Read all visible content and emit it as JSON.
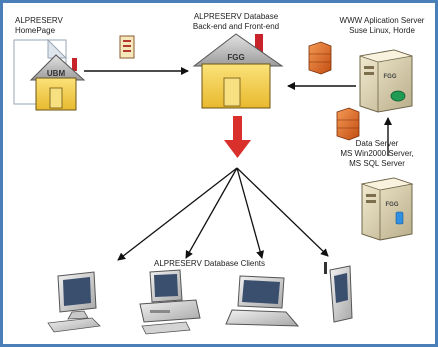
{
  "homepage": {
    "title_line1": "ALPRESERV",
    "title_line2": "HomePage",
    "house_label": "UBM"
  },
  "database": {
    "title_line1": "ALPRESERV Database",
    "title_line2": "Back-end and Front-end",
    "house_label": "FGG"
  },
  "app_server": {
    "line1": "WWW Aplication Server",
    "line2": "Suse Linux, Horde",
    "box_label": "FGG"
  },
  "data_server": {
    "line1": "Data Server",
    "line2": "MS Win2000 Server,",
    "line3": "MS SQL Server",
    "box_label": "FGG"
  },
  "clients": {
    "label": "ALPRESERV Database Clients"
  },
  "colors": {
    "frame": "#4a7fb7",
    "red_arrow": "#d9302c",
    "house_wall": "#f2cf4a",
    "roof": "#b8b8b8",
    "chimney": "#c8232b",
    "firewall": "#e0702a"
  }
}
